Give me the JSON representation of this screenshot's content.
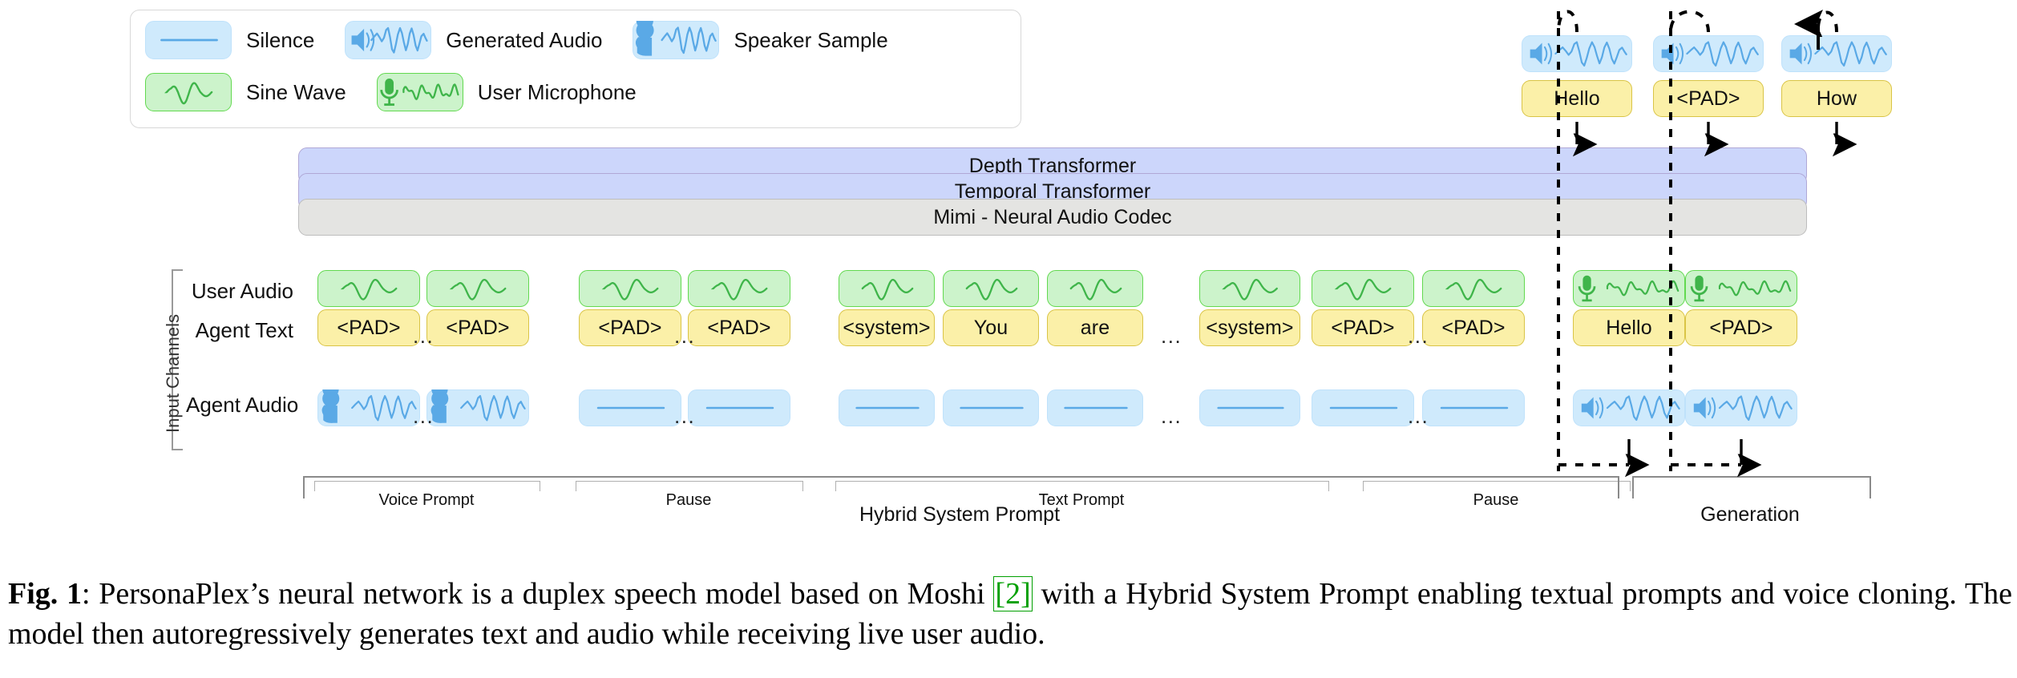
{
  "legend": {
    "rows": [
      [
        {
          "icon": "silence-icon",
          "style": "blue",
          "label": "Silence"
        },
        {
          "icon": "generated-audio-icon",
          "style": "blue",
          "label": "Generated Audio"
        },
        {
          "icon": "speaker-sample-icon",
          "style": "blue",
          "label": "Speaker Sample"
        }
      ],
      [
        {
          "icon": "sine-wave-icon",
          "style": "green",
          "label": "Sine Wave"
        },
        {
          "icon": "user-microphone-icon",
          "style": "green",
          "label": "User Microphone"
        }
      ]
    ]
  },
  "stack": {
    "bars": [
      {
        "label": "Depth Transformer",
        "color": "#ccd6fb"
      },
      {
        "label": "Temporal Transformer",
        "color": "#ccd6fb"
      },
      {
        "label": "Mimi - Neural Audio Codec",
        "color": "#e4e4e2"
      }
    ]
  },
  "output": {
    "tokens": [
      {
        "audio": "generated-audio-icon",
        "text": "Hello"
      },
      {
        "audio": "generated-audio-icon",
        "text": "<PAD>"
      },
      {
        "audio": "generated-audio-icon",
        "text": "How"
      }
    ]
  },
  "input_channels": {
    "group_label": "Input Channels",
    "rows": [
      {
        "name": "User Audio",
        "label": "User Audio"
      },
      {
        "name": "Agent Text",
        "label": "Agent Text"
      },
      {
        "name": "Agent Audio",
        "label": "Agent Audio"
      }
    ]
  },
  "columns": [
    {
      "id": "c0",
      "user_audio": "sine-wave-icon",
      "agent_text": "<PAD>",
      "agent_audio": "speaker-sample-icon",
      "ellipsis_after": true
    },
    {
      "id": "c1",
      "user_audio": "sine-wave-icon",
      "agent_text": "<PAD>",
      "agent_audio": "speaker-sample-icon",
      "ellipsis_after": false
    },
    {
      "id": "c2",
      "user_audio": "sine-wave-icon",
      "agent_text": "<PAD>",
      "agent_audio": "silence-icon",
      "ellipsis_after": true
    },
    {
      "id": "c3",
      "user_audio": "sine-wave-icon",
      "agent_text": "<PAD>",
      "agent_audio": "silence-icon",
      "ellipsis_after": false
    },
    {
      "id": "c4",
      "user_audio": "sine-wave-icon",
      "agent_text": "<system>",
      "agent_audio": "silence-icon",
      "ellipsis_after": false
    },
    {
      "id": "c5",
      "user_audio": "sine-wave-icon",
      "agent_text": "You",
      "agent_audio": "silence-icon",
      "ellipsis_after": false
    },
    {
      "id": "c6",
      "user_audio": "sine-wave-icon",
      "agent_text": "are",
      "agent_audio": "silence-icon",
      "ellipsis_after": true
    },
    {
      "id": "c7",
      "user_audio": "sine-wave-icon",
      "agent_text": "<system>",
      "agent_audio": "silence-icon",
      "ellipsis_after": false
    },
    {
      "id": "c8",
      "user_audio": "sine-wave-icon",
      "agent_text": "<PAD>",
      "agent_audio": "silence-icon",
      "ellipsis_after": true
    },
    {
      "id": "c9",
      "user_audio": "sine-wave-icon",
      "agent_text": "<PAD>",
      "agent_audio": "silence-icon",
      "ellipsis_after": false
    },
    {
      "id": "c10",
      "user_audio": "user-microphone-icon",
      "agent_text": "Hello",
      "agent_audio": "generated-audio-icon",
      "ellipsis_after": false
    },
    {
      "id": "c11",
      "user_audio": "user-microphone-icon",
      "agent_text": "<PAD>",
      "agent_audio": "generated-audio-icon",
      "ellipsis_after": false
    }
  ],
  "brackets": {
    "segments": [
      {
        "label": "Voice Prompt"
      },
      {
        "label": "Pause"
      },
      {
        "label": "Text Prompt"
      },
      {
        "label": "Pause"
      }
    ],
    "phases": [
      {
        "label": "Hybrid System Prompt"
      },
      {
        "label": "Generation"
      }
    ]
  },
  "caption": {
    "figure_number": "Fig. 1",
    "separator": ":",
    "part1": " PersonaPlex’s neural network is a duplex speech model based on Moshi ",
    "citation": "[2]",
    "part2": " with a Hybrid System Prompt enabling textual prompts and voice cloning. The model then autoregressively generates text and audio while receiving live user audio."
  },
  "colors": {
    "blue_fill": "#cfeafc",
    "blue_stroke": "#74b9e8",
    "green_fill": "#ccf3cb",
    "green_stroke": "#3fb54a",
    "yellow_fill": "#fbf0a8",
    "yellow_stroke": "#d9c446",
    "purple_bar": "#ccd6fb",
    "gray_bar": "#e4e4e2",
    "citation_green": "#00a000"
  }
}
